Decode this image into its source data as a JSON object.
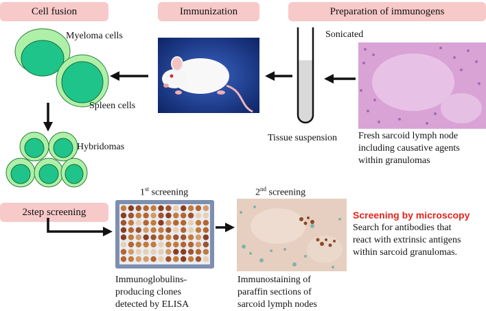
{
  "headers": {
    "cell_fusion": "Cell fusion",
    "immunization": "Immunization",
    "preparation": "Preparation of immunogens",
    "screening": "2step screening"
  },
  "labels": {
    "myeloma": "Myeloma cells",
    "spleen": "Spleen cells",
    "hybridomas": "Hybridomas",
    "sonicated": "Sonicated",
    "tissue": "Tissue suspension",
    "first_num": "1",
    "first_sup": "st",
    "first_rest": " screening",
    "second_num": "2",
    "second_sup": "nd",
    "second_rest": " screening"
  },
  "captions": {
    "lymph": [
      "Fresh sarcoid lymph node",
      "including causative agents",
      "within granulomas"
    ],
    "elisa": [
      "Immunoglobulins-",
      "producing clones",
      "detected by ELISA"
    ],
    "immuno": [
      "Immunostaining of",
      "paraffin sections of",
      "sarcoid lymph nodes"
    ],
    "micro_title": "Screening by microscopy",
    "micro": [
      "Search for antibodies that",
      "react with extrinsic antigens",
      "within sarcoid granulomas."
    ]
  },
  "colors": {
    "header_bg": "#f7c9c9",
    "cell_outer": "#aef0a8",
    "cell_inner": "#1fc48a",
    "accent_red": "#e3241b",
    "mouse_bg": "#1c3d8c",
    "histo_bg": "#d9a3d6"
  }
}
